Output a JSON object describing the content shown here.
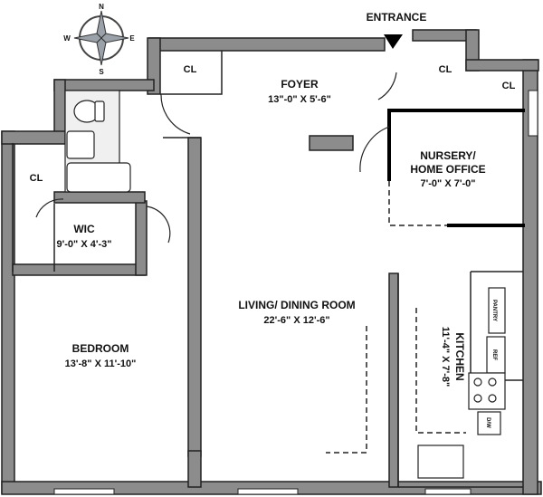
{
  "compass": {
    "n": "N",
    "s": "S",
    "e": "E",
    "w": "W"
  },
  "entrance": {
    "label": "ENTRANCE"
  },
  "closets": [
    {
      "label": "CL"
    },
    {
      "label": "CL"
    },
    {
      "label": "CL"
    },
    {
      "label": "CL"
    }
  ],
  "rooms": {
    "foyer": {
      "name": "FOYER",
      "dims": "13\"-0\" X 5'-6\""
    },
    "nursery": {
      "name": "NURSERY/",
      "name2": "HOME OFFICE",
      "dims": "7'-0\" X 7'-0\""
    },
    "wic": {
      "name": "WIC",
      "dims": "9'-0\" X 4'-3\""
    },
    "living": {
      "name": "LIVING/ DINING ROOM",
      "dims": "22'-6\" X 12'-6\""
    },
    "bedroom": {
      "name": "BEDROOM",
      "dims": "13'-8\" X 11'-10\""
    },
    "kitchen": {
      "name": "KITCHEN",
      "dims": "11'-4\" X 7'-8\""
    }
  },
  "appliances": {
    "pantry": "PANTRY",
    "ref": "REF",
    "dw": "D/W"
  },
  "colors": {
    "wall": "#8c8c8c",
    "wall_stroke": "#222222",
    "accent": "#000000"
  }
}
